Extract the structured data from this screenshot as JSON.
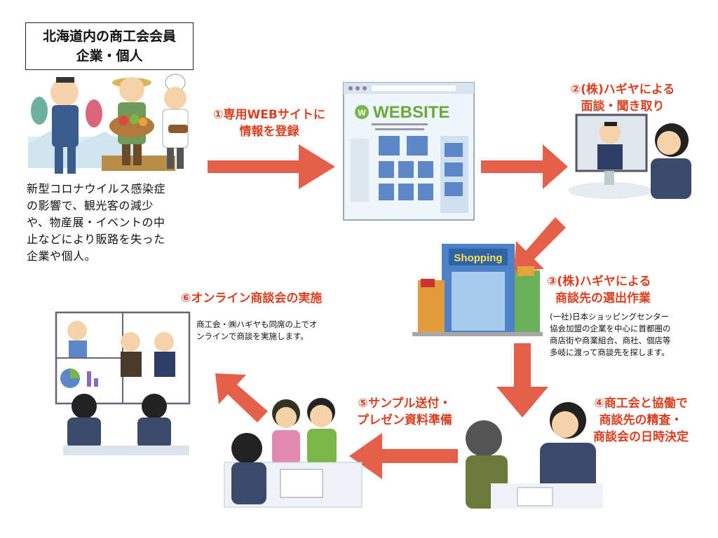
{
  "colors": {
    "arrow": "#e4604a",
    "accent": "#d9401f"
  },
  "header": {
    "line1": "北海道内の商工会会員",
    "line2": "企業・個人"
  },
  "intro": {
    "lines": [
      "新型コロナウイルス感染症",
      "の影響で、観光客の減少",
      "や、物産展・イベントの中",
      "止などにより販路を失った",
      "企業や個人。"
    ]
  },
  "website": {
    "logo_letter": "W",
    "title": "WEBSITE"
  },
  "shopping": {
    "sign": "Shopping"
  },
  "steps": [
    {
      "lines": [
        "①専用WEBサイトに",
        "情報を登録"
      ]
    },
    {
      "lines": [
        "②(株)ハギヤによる",
        "面談・聞き取り"
      ]
    },
    {
      "lines": [
        "③(株)ハギヤによる",
        "商談先の選出作業"
      ],
      "desc": [
        "(一社)日本ショッピングセンター",
        "協会加盟の企業を中心に首都圏の",
        "商店街や商業組合、商社、個店等",
        "多岐に渡って商談先を探します。"
      ]
    },
    {
      "lines": [
        "④商工会と協働で",
        "商談先の精査・",
        "商談会の日時決定"
      ]
    },
    {
      "lines": [
        "⑤サンプル送付・",
        "プレゼン資料準備"
      ]
    },
    {
      "lines": [
        "⑥オンライン商談会の実施"
      ],
      "desc": [
        "商工会・㈱ハギヤも同席の上でオ",
        "ンラインで商談を実施します。"
      ]
    }
  ]
}
